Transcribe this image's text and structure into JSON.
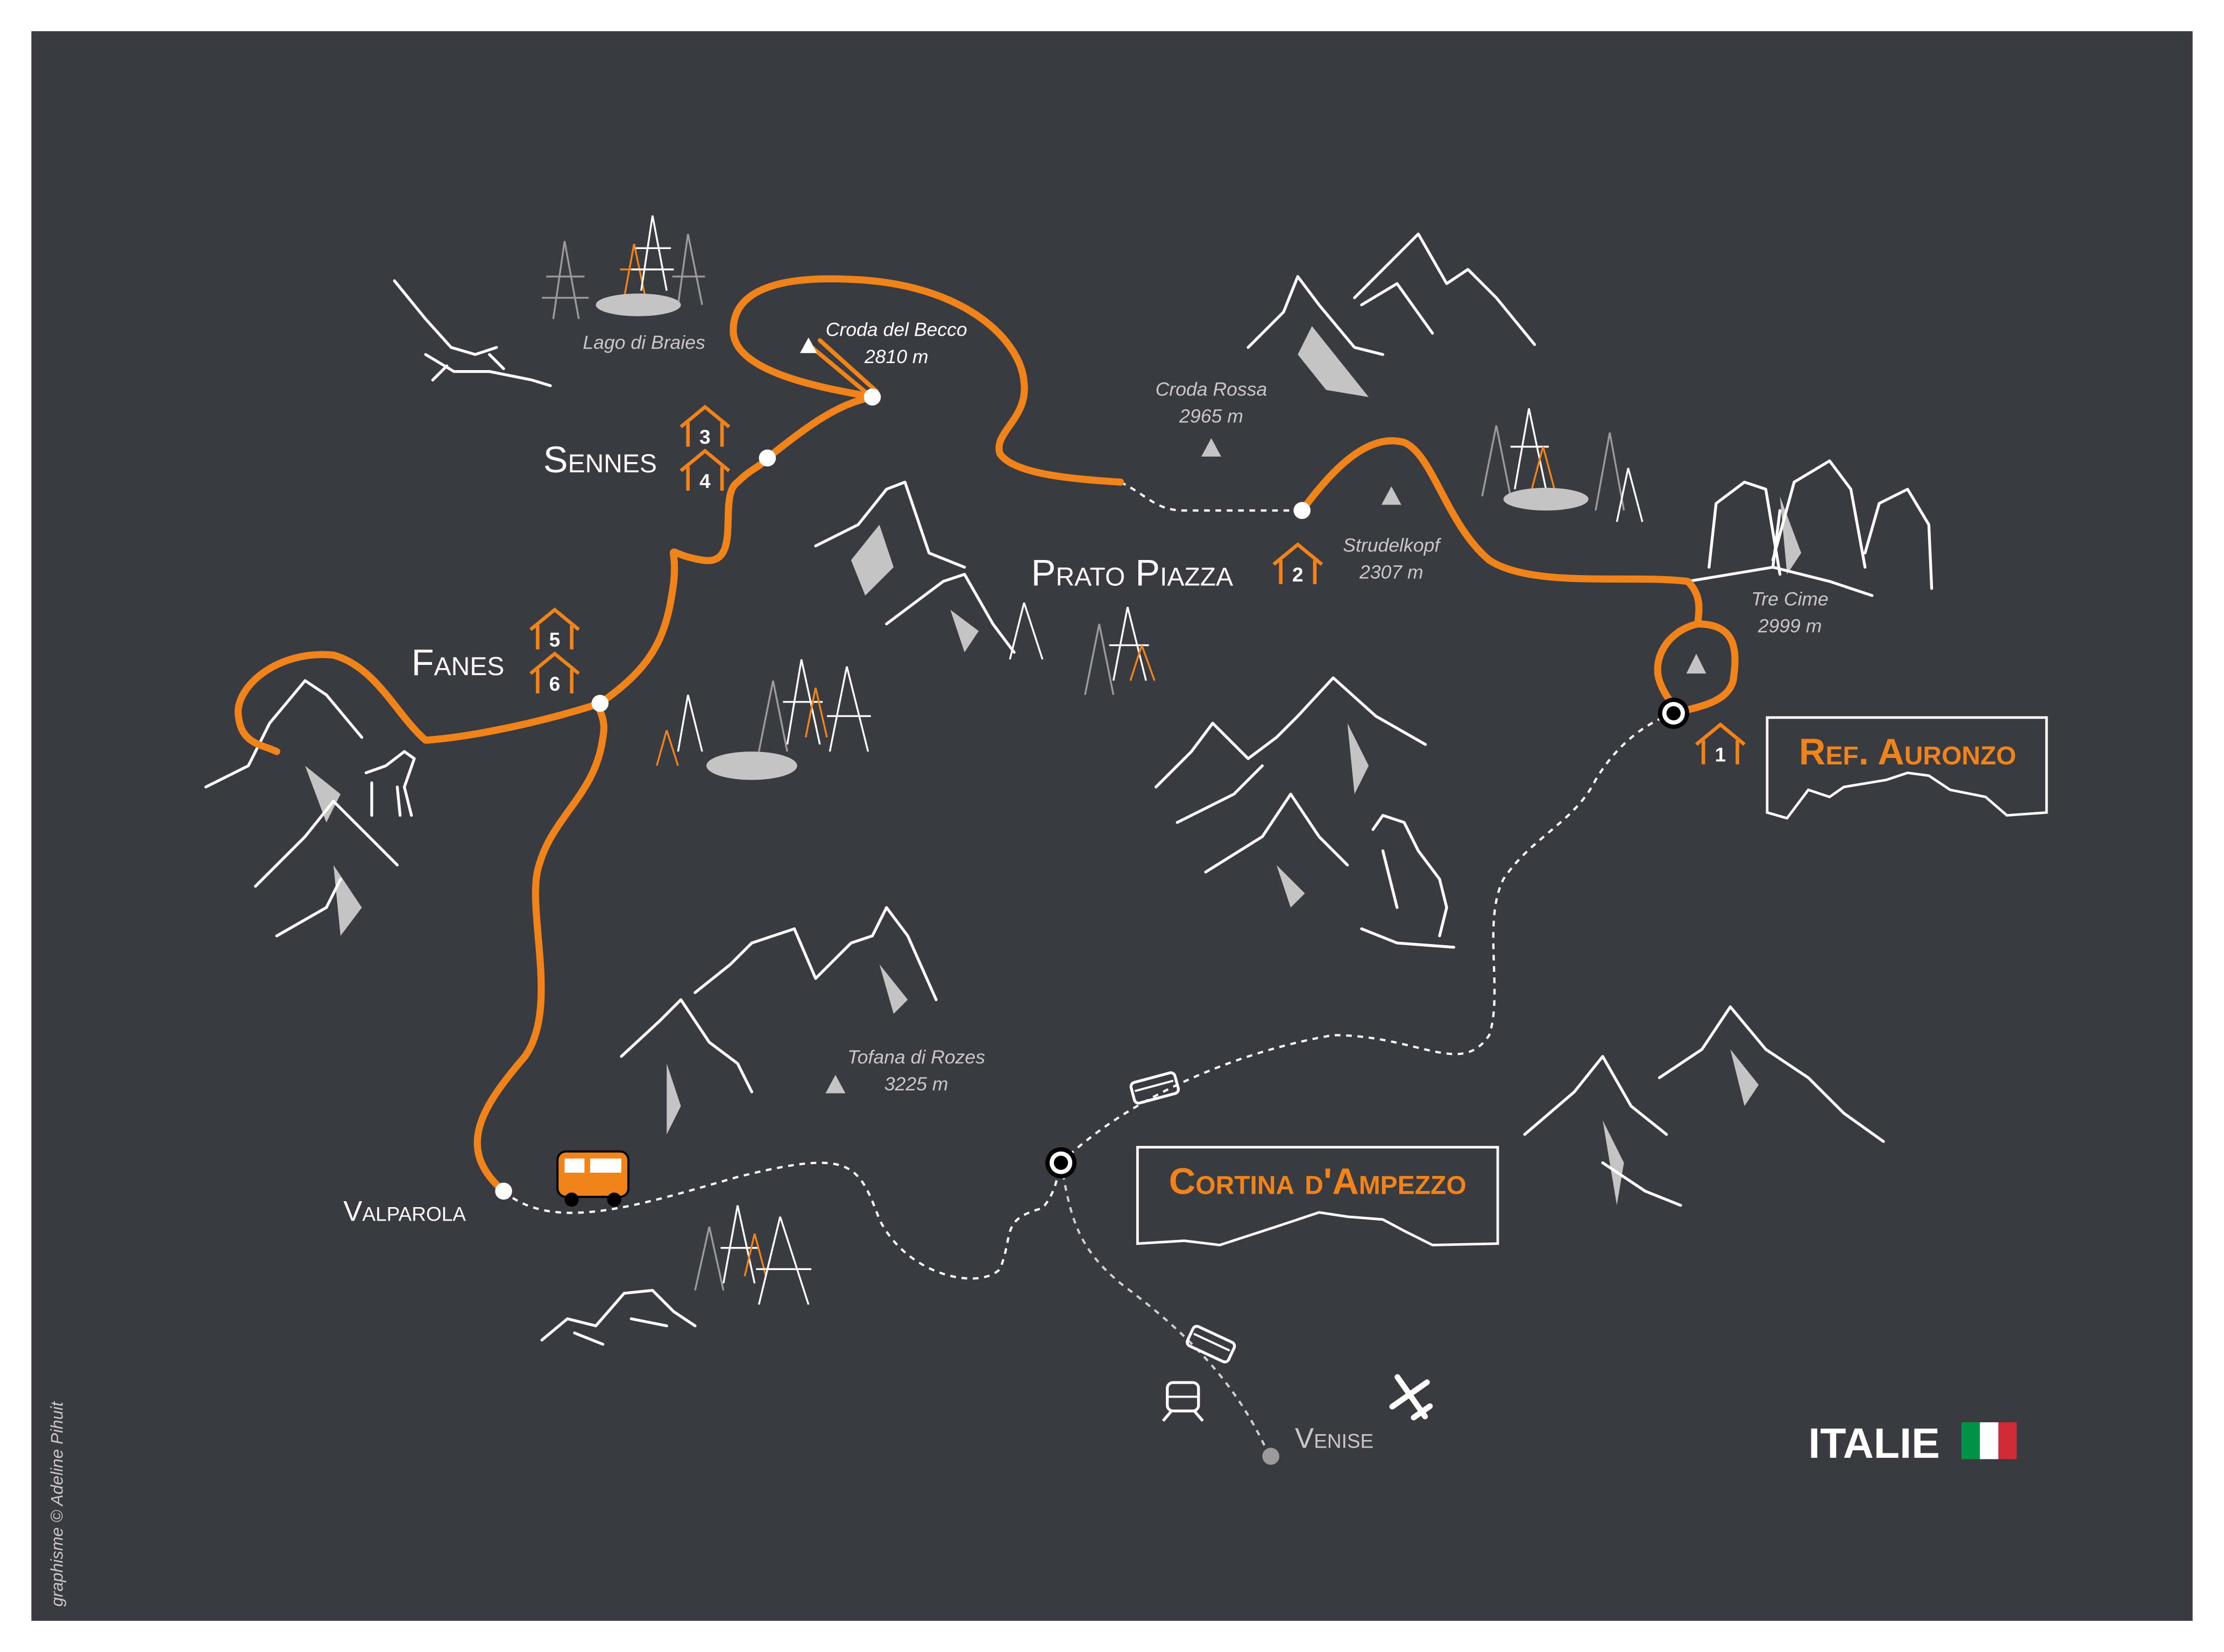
{
  "colors": {
    "background": "#393b40",
    "route": "#f0841b",
    "frame": "#ffffff",
    "text": "#ffffff",
    "muted": "#c8c8c8"
  },
  "places": {
    "sennes": "Sennes",
    "fanes": "Fanes",
    "prato_piazza": "Prato Piazza",
    "valparola": "Valparola",
    "venise": "Venise",
    "ref_auronzo": "Ref. Auronzo",
    "cortina": "Cortina d'Ampezzo"
  },
  "peaks": {
    "croda_del_becco": {
      "name": "Croda del Becco",
      "alt": "2810 m"
    },
    "croda_rossa": {
      "name": "Croda Rossa",
      "alt": "2965 m"
    },
    "strudelkopf": {
      "name": "Strudelkopf",
      "alt": "2307 m"
    },
    "tre_cime": {
      "name": "Tre Cime",
      "alt": "2999 m"
    },
    "tofana": {
      "name": "Tofana di Rozes",
      "alt": "3225 m"
    }
  },
  "lake": "Lago di Braies",
  "huts": [
    "1",
    "2",
    "3",
    "4",
    "5",
    "6"
  ],
  "country": "ITALIE",
  "flag_colors": [
    "#009246",
    "#ffffff",
    "#ce2b37"
  ],
  "credit": "graphisme © Adeline Pihuit"
}
